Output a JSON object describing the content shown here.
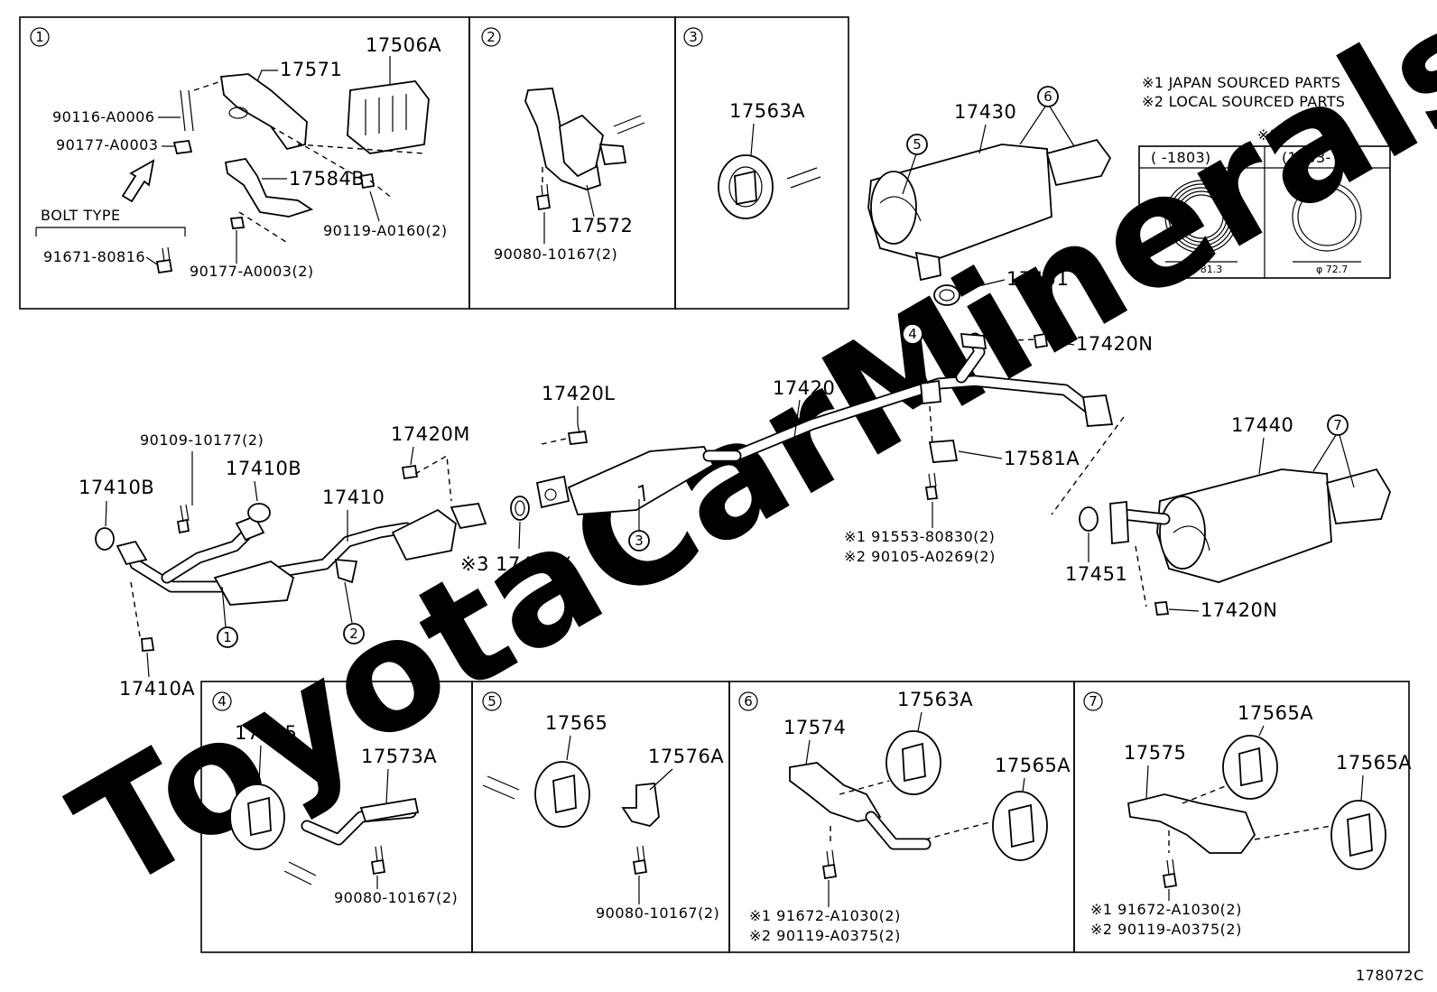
{
  "watermark": "ToyotaCarMinerals",
  "notes": {
    "line1": "※1 JAPAN SOURCED PARTS",
    "line2": "※2 LOCAL SOURCED PARTS",
    "ref3": "※3",
    "col_left": "(      -1803)",
    "col_right": "(1803-      )",
    "dia_left": "φ 81.3",
    "dia_right": "φ 72.7"
  },
  "diagram_code": "178072C",
  "box1": {
    "num": "1",
    "bolt_type": "BOLT TYPE",
    "labels": [
      "17506A",
      "17571",
      "90116-A0006",
      "90177-A0003",
      "17584B",
      "90119-A0160(2)",
      "91671-80816",
      "90177-A0003(2)"
    ]
  },
  "box2": {
    "num": "2",
    "labels": [
      "17572",
      "90080-10167(2)"
    ]
  },
  "box3": {
    "num": "3",
    "labels": [
      "17563A"
    ]
  },
  "box4": {
    "num": "4",
    "labels": [
      "17565",
      "17573A",
      "90080-10167(2)"
    ]
  },
  "box5": {
    "num": "5",
    "labels": [
      "17565",
      "17576A",
      "90080-10167(2)"
    ]
  },
  "box6": {
    "num": "6",
    "labels": [
      "17574",
      "17563A",
      "17565A",
      "※1 91672-A1030(2)",
      "※2 90119-A0375(2)"
    ]
  },
  "box7": {
    "num": "7",
    "labels": [
      "17575",
      "17565A",
      "17565A",
      "※1 91672-A1030(2)",
      "※2 90119-A0375(2)"
    ]
  },
  "main": {
    "labels": {
      "p17430": "17430",
      "p17451a": "17451",
      "p17420n_a": "17420N",
      "p17420": "17420",
      "p17420l": "17420L",
      "p17420m": "17420M",
      "p90109": "90109-10177(2)",
      "p17410b_a": "17410B",
      "p17410b_b": "17410B",
      "p17410": "17410",
      "p17420x": "※3 17420X",
      "p17581a": "17581A",
      "p91553": "※1 91553-80830(2)",
      "p90105": "※2 90105-A0269(2)",
      "p17440": "17440",
      "p17451b": "17451",
      "p17420n_b": "17420N",
      "p17410a": "17410A"
    },
    "callouts": [
      "1",
      "2",
      "3",
      "4",
      "5",
      "6",
      "7"
    ]
  }
}
